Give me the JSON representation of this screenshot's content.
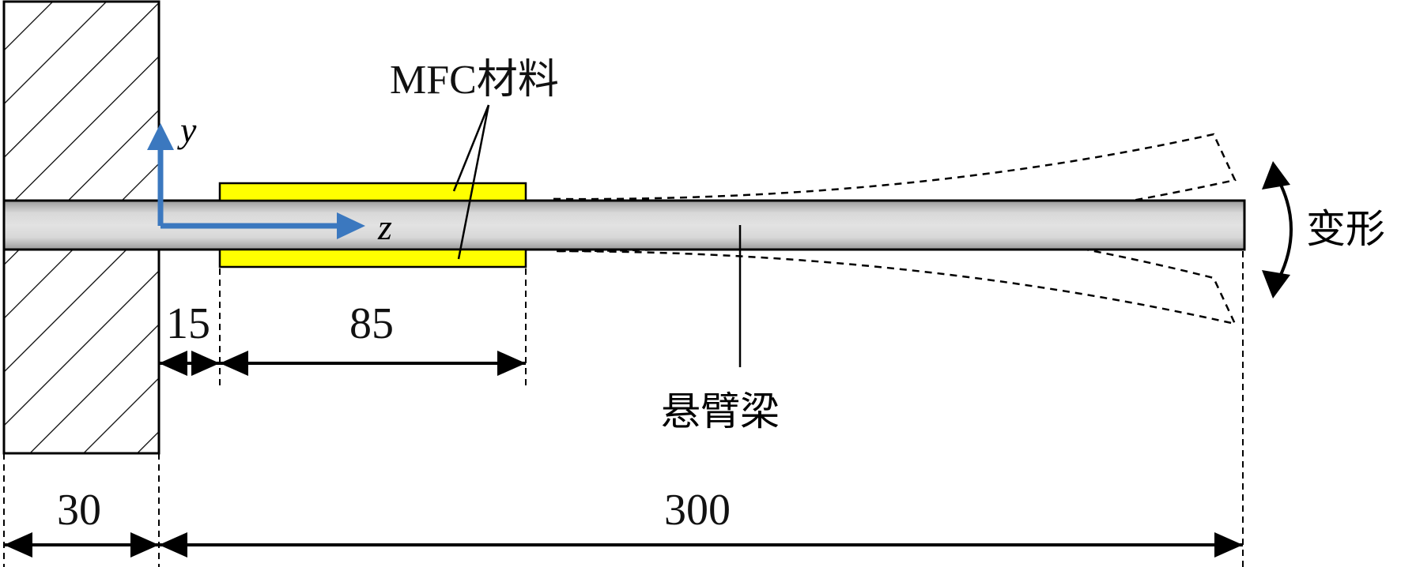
{
  "labels": {
    "material": "MFC材料",
    "beam": "悬臂梁",
    "deformation": "变形",
    "axis_y": "y",
    "axis_z": "z"
  },
  "dimensions": {
    "clamp_width": "30",
    "beam_length": "300",
    "gap": "15",
    "patch_length": "85"
  },
  "colors": {
    "patch_fill": "#ffff00",
    "axis_arrow": "#3b78bf",
    "beam_fill": "#cfcfcf",
    "line": "#000000"
  }
}
